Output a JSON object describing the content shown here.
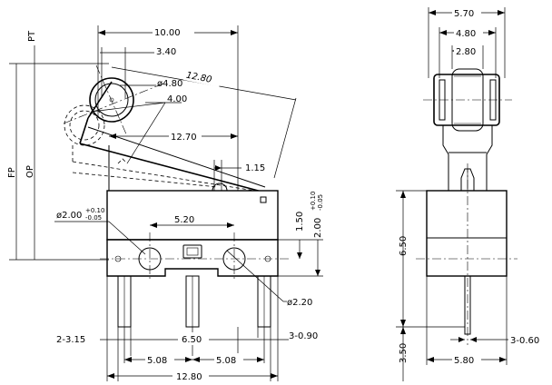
{
  "front_view": {
    "dims": {
      "overall_top": "10.00",
      "roller_width": "3.40",
      "lever_length": "12.80",
      "roller_diameter": "ø4.80",
      "roller_inner": "4.00",
      "pivot_to_end": "12.70",
      "actuator_gap": "1.15",
      "hole_left_prefix": "ø2.00",
      "hole_left_tol_upper": "+0.10",
      "hole_left_tol_lower": "-0.05",
      "hole_spacing": "5.20",
      "hole_height": "1.50",
      "hole_right_prefix": "2.00",
      "hole_right_tol_upper": "+0.10",
      "hole_right_tol_lower": "-0.05",
      "hole_right_diameter": "ø2.20",
      "pin_width_note": "2-3.15",
      "pin_offset": "6.50",
      "pin_thickness_note": "3-0.90",
      "pitch_left": "5.08",
      "pitch_right": "5.08",
      "overall_bottom": "12.80"
    },
    "side_labels": {
      "pt": "PT",
      "fp": "FP",
      "op": "OP"
    }
  },
  "side_view": {
    "dims": {
      "overall_width": "5.70",
      "roller_outer": "4.80",
      "roller_inner": "2.80",
      "body_height": "6.50",
      "pin_length": "3.50",
      "base_width": "5.80",
      "pin_thickness_note": "3-0.60"
    }
  }
}
